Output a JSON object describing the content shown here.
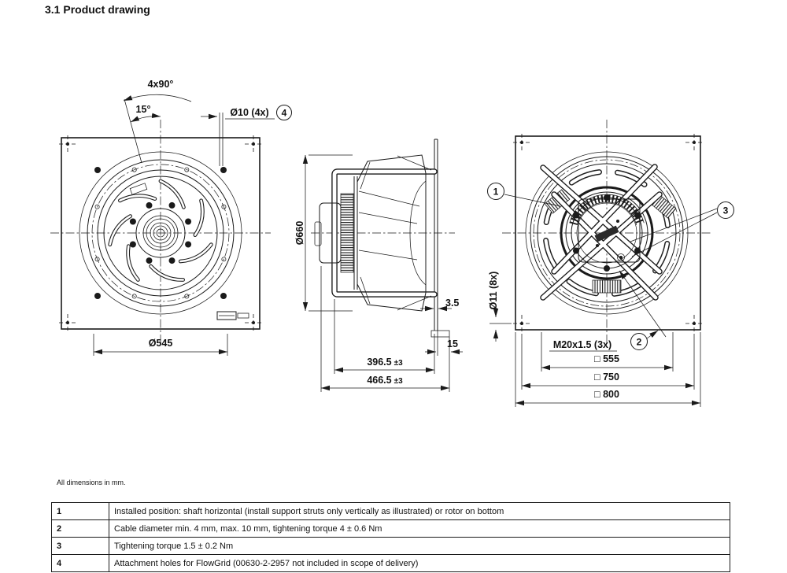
{
  "title": "3.1 Product drawing",
  "note": "All dimensions in mm.",
  "front_view": {
    "angle_pattern": "4x90°",
    "angle_offset": "15°",
    "hole_dim": "Ø10 (4x)",
    "hole_callout": "4",
    "impeller_diameter": "Ø545"
  },
  "side_view": {
    "diameter": "Ø660",
    "plate_thickness": "3.5",
    "plate_offset": "15",
    "depth_inner": "396.5",
    "depth_inner_tol": "±3",
    "depth_total": "466.5",
    "depth_total_tol": "±3"
  },
  "rear_view": {
    "callout_1": "1",
    "callout_2": "2",
    "callout_3": "3",
    "hole_dim": "Ø11 (8x)",
    "gland_thread": "M20x1.5 (3x)",
    "square_inner": "□ 555",
    "square_mid": "□ 750",
    "square_outer": "□ 800"
  },
  "table": {
    "rows": [
      {
        "num": "1",
        "text": "Installed position: shaft horizontal (install support struts only vertically as illustrated) or rotor on bottom"
      },
      {
        "num": "2",
        "text": "Cable diameter min. 4 mm, max. 10 mm, tightening torque 4 ± 0.6 Nm"
      },
      {
        "num": "3",
        "text": "Tightening torque 1.5 ± 0.2 Nm"
      },
      {
        "num": "4",
        "text": "Attachment holes for FlowGrid (00630-2-2957 not included in scope of delivery)"
      }
    ]
  },
  "colors": {
    "line": "#1a1a1a",
    "background": "#ffffff"
  }
}
